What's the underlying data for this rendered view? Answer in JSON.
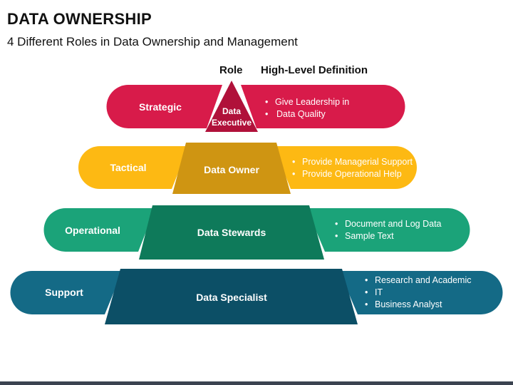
{
  "title": "DATA OWNERSHIP",
  "subtitle": "4 Different Roles in Data Ownership and Management",
  "headers": {
    "role": "Role",
    "definition": "High-Level Definition"
  },
  "colors": {
    "strategic": "#d81b4a",
    "strategic_dark": "#b0113a",
    "tactical": "#fdb913",
    "tactical_dark": "#cf9512",
    "operational": "#1ba379",
    "operational_dark": "#0e7a5a",
    "support": "#146a86",
    "support_dark": "#0c4f66"
  },
  "tiers": [
    {
      "level": "Strategic",
      "role": "Data Executive",
      "role_line1": "Data",
      "role_line2": "Executive",
      "definitions": [
        "Give Leadership in",
        "Data Quality"
      ]
    },
    {
      "level": "Tactical",
      "role": "Data Owner",
      "definitions": [
        "Provide Managerial Support",
        "Provide Operational Help"
      ]
    },
    {
      "level": "Operational",
      "role": "Data Stewards",
      "definitions": [
        "Document and Log Data",
        "Sample Text"
      ]
    },
    {
      "level": "Support",
      "role": "Data Specialist",
      "definitions": [
        "Research and Academic",
        "IT",
        "Business Analyst"
      ]
    }
  ]
}
